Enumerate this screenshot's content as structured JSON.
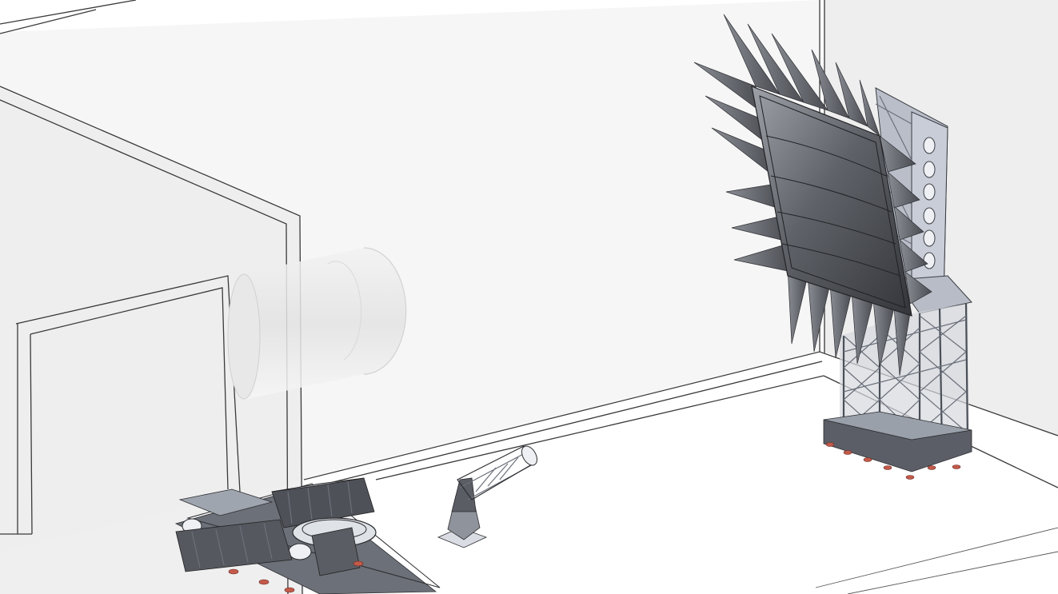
{
  "scene": {
    "colors": {
      "background": "#ffffff",
      "room_wall": "#f4f4f4",
      "floor": "#ffffff",
      "reflector_dark": "#3f4146",
      "reflector_light": "#9a9da4",
      "structure": "#5a5f69",
      "feet": "#c35a4a"
    },
    "objects": [
      "room-walls",
      "shielded-enclosure",
      "transparent-cylinder",
      "serrated-reflector",
      "reflector-support-tower",
      "feed-horn-positioner",
      "rail-positioner"
    ]
  }
}
